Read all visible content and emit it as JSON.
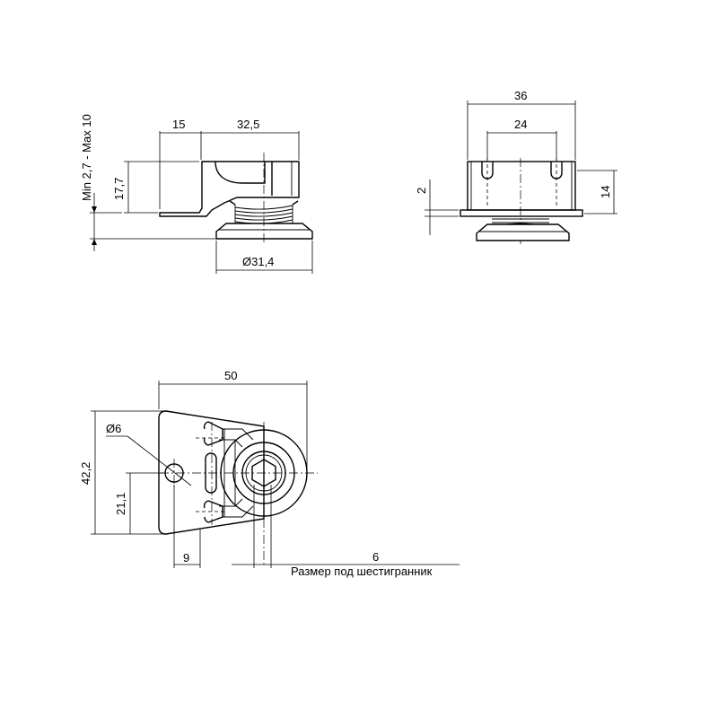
{
  "drawing": {
    "side_view": {
      "dim_width_front": "15",
      "dim_width_body": "32,5",
      "dim_height": "17,7",
      "dim_range": "Min 2,7 - Max 10",
      "dim_foot_diameter": "Ø31,4"
    },
    "end_view": {
      "dim_overall_width": "36",
      "dim_slot_spacing": "24",
      "dim_plate_thickness": "2",
      "dim_body_height": "14"
    },
    "top_view": {
      "dim_length": "50",
      "dim_width": "42,2",
      "dim_half_width": "21,1",
      "dim_hole_diameter": "Ø6",
      "dim_hole_offset": "9",
      "dim_hex_size": "6",
      "hex_note": "Размер под шестигранник"
    }
  }
}
